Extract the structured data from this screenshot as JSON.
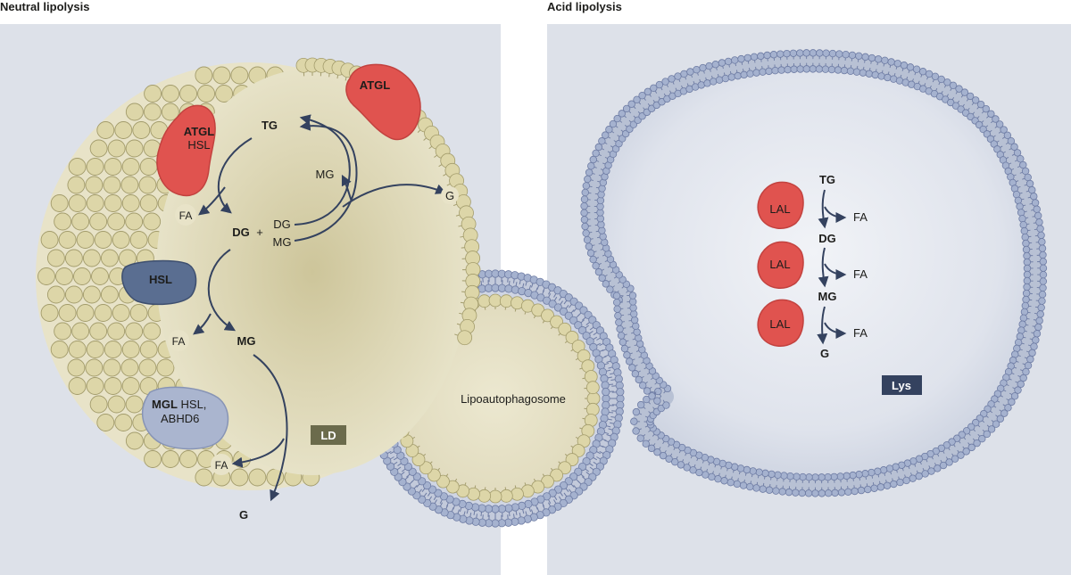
{
  "panels": {
    "neutral": {
      "title": "Neutral lipolysis"
    },
    "acid": {
      "title": "Acid lipolysis"
    }
  },
  "lipid_droplet": {
    "tag": "LD",
    "enzymes": {
      "atgl_top": "ATGL",
      "atgl_left": "ATGL",
      "hsl_left_sub": "HSL",
      "hsl": "HSL",
      "mgl": "MGL",
      "mgl_extra_1": "HSL,",
      "mgl_extra_2": "ABHD6"
    },
    "pathway": {
      "tg": "TG",
      "mg_small": "MG",
      "g_small": "G",
      "fa_1": "FA",
      "dg": "DG",
      "plus": "+",
      "dg_side": "DG",
      "mg_side": "MG",
      "fa_2": "FA",
      "mg": "MG",
      "fa_3": "FA",
      "g": "G"
    }
  },
  "lipoautophagosome": {
    "label": "Lipoautophagosome"
  },
  "lysosome": {
    "tag": "Lys",
    "enzyme": "LAL",
    "steps": [
      "TG",
      "DG",
      "MG",
      "G"
    ],
    "fa": "FA"
  },
  "colors": {
    "panel_bg": "#dde1e9",
    "droplet_fill": "#e8e3c8",
    "droplet_core": "#cdc59a",
    "lipid_head": "#ddd6a8",
    "lipid_head_stroke": "#a39c6c",
    "membrane_head": "#a5b2cf",
    "membrane_head_stroke": "#6d7ba3",
    "atgl": "#e0534f",
    "hsl": "#5a6e91",
    "mgl": "#aab5cf",
    "arrow": "#34425f",
    "ld_tag": "#6b6b4c",
    "lys_tag": "#34425f"
  },
  "icons": {
    "enzyme_atgl": "red-blob-icon",
    "enzyme_hsl": "blue-blob-icon",
    "enzyme_mgl": "light-blue-blob-icon",
    "enzyme_lal": "red-kidney-icon"
  }
}
